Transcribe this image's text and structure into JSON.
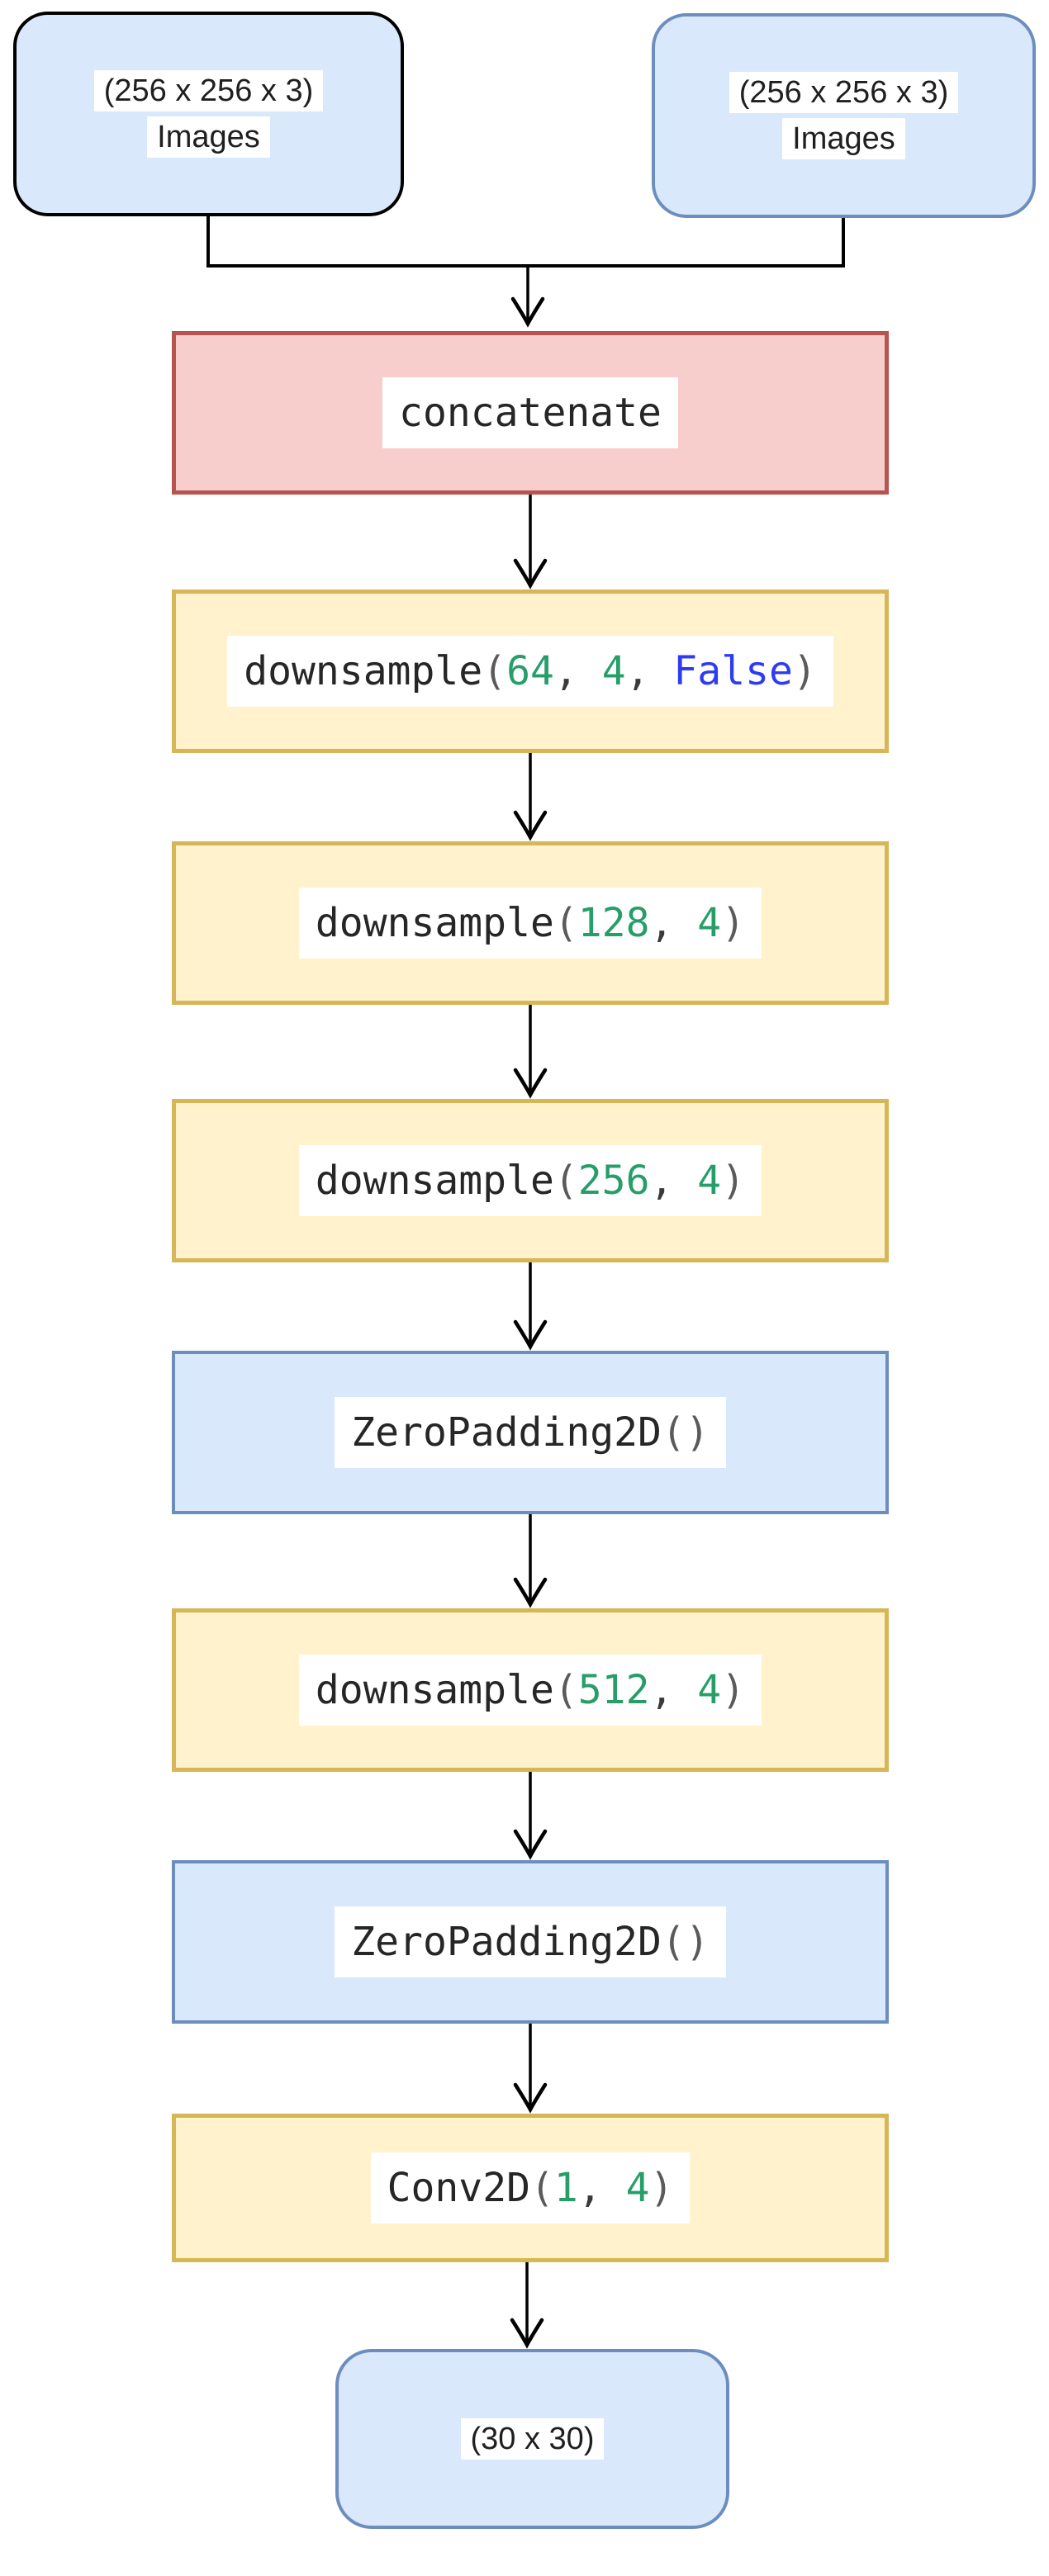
{
  "diagram": {
    "inputs": [
      {
        "dims": "(256 x 256 x 3)",
        "label": "Images"
      },
      {
        "dims": "(256 x 256 x 3)",
        "label": "Images"
      }
    ],
    "layers": [
      {
        "style": "red",
        "segments": [
          {
            "text": "concatenate",
            "role": "name"
          }
        ]
      },
      {
        "style": "yellow",
        "segments": [
          {
            "text": "downsample",
            "role": "name"
          },
          {
            "text": "(",
            "role": "paren"
          },
          {
            "text": "64",
            "role": "number"
          },
          {
            "text": ", ",
            "role": "comma"
          },
          {
            "text": "4",
            "role": "number"
          },
          {
            "text": ", ",
            "role": "comma"
          },
          {
            "text": "False",
            "role": "keyword"
          },
          {
            "text": ")",
            "role": "paren"
          }
        ]
      },
      {
        "style": "yellow",
        "segments": [
          {
            "text": "downsample",
            "role": "name"
          },
          {
            "text": "(",
            "role": "paren"
          },
          {
            "text": "128",
            "role": "number"
          },
          {
            "text": ", ",
            "role": "comma"
          },
          {
            "text": "4",
            "role": "number"
          },
          {
            "text": ")",
            "role": "paren"
          }
        ]
      },
      {
        "style": "yellow",
        "segments": [
          {
            "text": "downsample",
            "role": "name"
          },
          {
            "text": "(",
            "role": "paren"
          },
          {
            "text": "256",
            "role": "number"
          },
          {
            "text": ", ",
            "role": "comma"
          },
          {
            "text": "4",
            "role": "number"
          },
          {
            "text": ")",
            "role": "paren"
          }
        ]
      },
      {
        "style": "blue",
        "segments": [
          {
            "text": "ZeroPadding2D",
            "role": "name"
          },
          {
            "text": "()",
            "role": "paren"
          }
        ]
      },
      {
        "style": "yellow",
        "segments": [
          {
            "text": "downsample",
            "role": "name"
          },
          {
            "text": "(",
            "role": "paren"
          },
          {
            "text": "512",
            "role": "number"
          },
          {
            "text": ", ",
            "role": "comma"
          },
          {
            "text": "4",
            "role": "number"
          },
          {
            "text": ")",
            "role": "paren"
          }
        ]
      },
      {
        "style": "blue",
        "segments": [
          {
            "text": "ZeroPadding2D",
            "role": "name"
          },
          {
            "text": "()",
            "role": "paren"
          }
        ]
      },
      {
        "style": "yellow",
        "segments": [
          {
            "text": "Conv2D",
            "role": "name"
          },
          {
            "text": "(",
            "role": "paren"
          },
          {
            "text": "1",
            "role": "number"
          },
          {
            "text": ", ",
            "role": "comma"
          },
          {
            "text": "4",
            "role": "number"
          },
          {
            "text": ")",
            "role": "paren"
          }
        ]
      }
    ],
    "output": {
      "label": "(30 x 30)"
    },
    "colors": {
      "blue_fill": "#dae8fc",
      "blue_border": "#6c8ebf",
      "black_border": "#000000",
      "red_fill": "#f8cecc",
      "red_border": "#b85450",
      "yellow_fill": "#fff2cc",
      "yellow_border": "#d6b656",
      "token_number": "#279e6a",
      "token_keyword": "#2e3bf2",
      "token_name": "#262626",
      "token_paren": "#5a5a5a",
      "token_comma": "#3a3a3a",
      "connector": "#000000",
      "label_text": "#1f1f1f",
      "strip_bg": "#ffffff"
    }
  }
}
